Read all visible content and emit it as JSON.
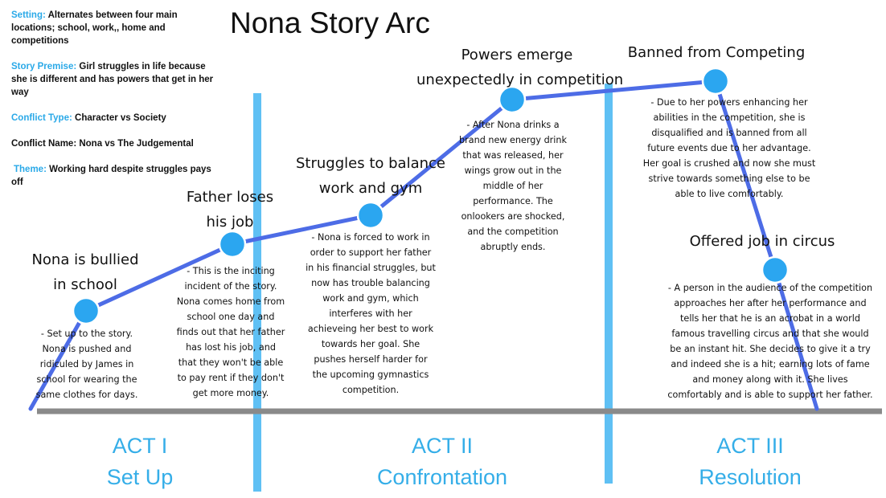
{
  "title": "Nona Story Arc",
  "meta": {
    "setting_label": "Setting:",
    "setting_text": "Alternates between four main locations; school, work,, home and competitions",
    "premise_label": "Story Premise:",
    "premise_text": "Girl struggles in life because she is different and has powers that get in her way",
    "conflict_type_label": "Conflict Type:",
    "conflict_type_text": "Character vs Society",
    "conflict_name_text": "Conflict Name: Nona vs  The Judgemental",
    "theme_label": "Theme:",
    "theme_text": "Working hard despite struggles pays off"
  },
  "events": [
    {
      "heading": "Nona is bullied\nin school",
      "description": "- Set up to the story.\nNona is pushed and\nridiculed by James in\nschool for wearing the\nsame clothes for days."
    },
    {
      "heading": "Father loses\nhis job",
      "description": "- This is the inciting\nincident of the story.\nNona comes home from\nschool one day and\nfinds out that her father\nhas lost his job, and\nthat they won't be able\nto pay rent  if they don't\nget more money."
    },
    {
      "heading": "Struggles to balance\nwork and gym",
      "description": "- Nona is forced to work in\norder to support her father\nin his financial struggles, but\nnow has trouble balancing\nwork and gym, which\ninterferes with her\nachieveing her best to work\ntowards her goal. She\npushes herself harder for\nthe upcoming gymnastics\ncompetition."
    },
    {
      "heading": "Powers emerge\nunexpectedly in competition",
      "description": "- After Nona drinks a\nbrand new energy drink\nthat was released, her\nwings grow out in the\nmiddle of her\nperformance. The\nonlookers are shocked,\nand the competition\nabruptly ends."
    },
    {
      "heading": "Banned from Competing",
      "description": "- Due to her powers enhancing her\nabilities in the competition, she is\ndisqualified and is banned from all\nfuture events due to her advantage.\nHer goal is crushed and now she must\nstrive towards something else to be\nable to live comfortably."
    },
    {
      "heading": "Offered job in circus",
      "description": "- A person in the audience of the competition\napproaches her after her performance and\ntells her that he is an acrobat in a world\nfamous travelling circus and that she would\nbe an instant hit. She decides to give it a try\nand indeed she is a hit; earning lots of fame\nand money along with it. She lives\ncomfortably and is able to support her father."
    }
  ],
  "acts": [
    {
      "number": "ACT I",
      "name": "Set Up"
    },
    {
      "number": "ACT II",
      "name": "Confrontation"
    },
    {
      "number": "ACT III",
      "name": "Resolution"
    }
  ],
  "colors": {
    "arc_line": "#4d6ce6",
    "node": "#2ba6f0",
    "divider": "#5fc0f4",
    "baseline": "#8a8a8a",
    "accent_text": "#2aa9e8",
    "act_text": "#35aee8"
  }
}
